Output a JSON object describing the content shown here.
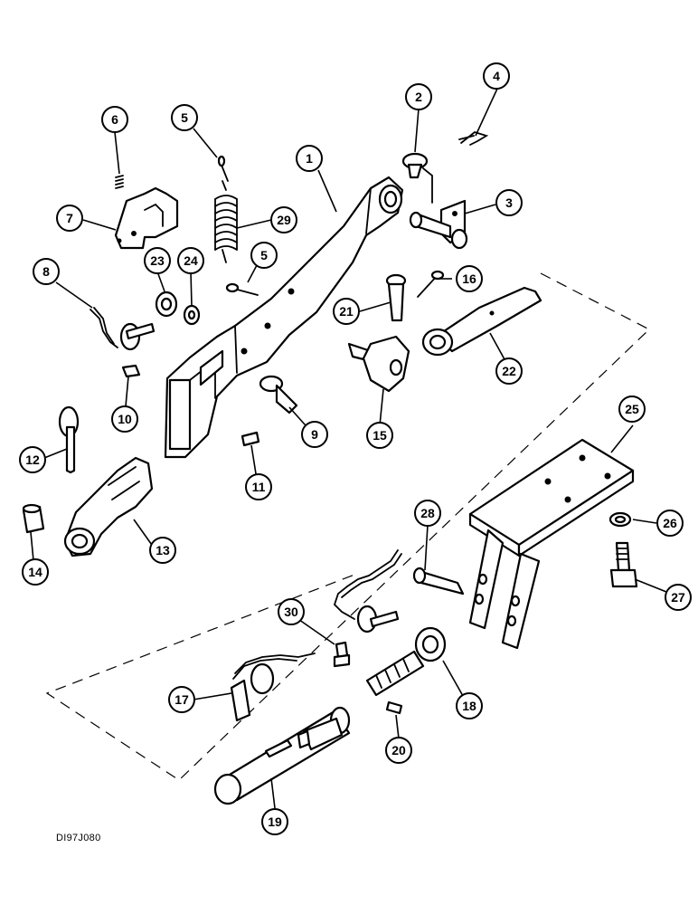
{
  "drawing_code": "DI97J080",
  "callouts": [
    "1",
    "2",
    "3",
    "4",
    "5",
    "5",
    "6",
    "7",
    "8",
    "9",
    "10",
    "11",
    "12",
    "13",
    "14",
    "15",
    "16",
    "17",
    "18",
    "19",
    "20",
    "21",
    "22",
    "23",
    "24",
    "25",
    "26",
    "27",
    "28",
    "29",
    "30"
  ]
}
